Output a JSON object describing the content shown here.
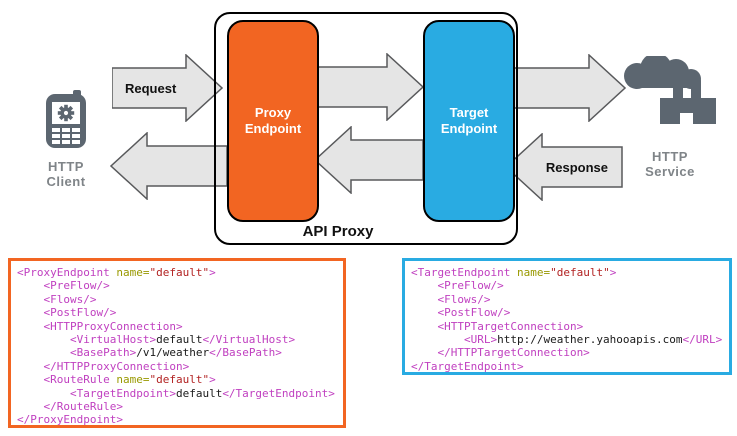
{
  "diagram": {
    "api_proxy_label": "API Proxy",
    "proxy_endpoint": {
      "line1": "Proxy",
      "line2": "Endpoint",
      "color": "#F26522"
    },
    "target_endpoint": {
      "line1": "Target",
      "line2": "Endpoint",
      "color": "#29ABE2"
    },
    "http_client": {
      "line1": "HTTP",
      "line2": "Client"
    },
    "http_service": {
      "line1": "HTTP",
      "line2": "Service"
    },
    "arrows": {
      "request_label": "Request",
      "response_label": "Response"
    }
  },
  "colors": {
    "orange_accent": "#F26522",
    "blue_accent": "#29ABE2",
    "arrow_fill": "#E5E5E5",
    "arrow_stroke": "#58595B",
    "icon_gray": "#5C6670",
    "label_gray": "#7f8488",
    "xml_tag": "#C040C0",
    "xml_attr_name": "#999900",
    "xml_attr_value": "#B22222"
  },
  "code_blocks": [
    {
      "id": "proxy-code",
      "border_color": "#F26522",
      "lines": [
        [
          {
            "c": "tag",
            "t": "<ProxyEndpoint"
          },
          {
            "c": "plain",
            "t": " "
          },
          {
            "c": "attr",
            "t": "name="
          },
          {
            "c": "val",
            "t": "\"default\""
          },
          {
            "c": "tag",
            "t": ">"
          }
        ],
        [
          {
            "c": "tag",
            "t": "    <PreFlow/>"
          }
        ],
        [
          {
            "c": "tag",
            "t": "    <Flows/>"
          }
        ],
        [
          {
            "c": "tag",
            "t": "    <PostFlow/>"
          }
        ],
        [
          {
            "c": "tag",
            "t": "    <HTTPProxyConnection>"
          }
        ],
        [
          {
            "c": "tag",
            "t": "        <VirtualHost>"
          },
          {
            "c": "text",
            "t": "default"
          },
          {
            "c": "tag",
            "t": "</VirtualHost>"
          }
        ],
        [
          {
            "c": "tag",
            "t": "        <BasePath>"
          },
          {
            "c": "text",
            "t": "/v1/weather"
          },
          {
            "c": "tag",
            "t": "</BasePath>"
          }
        ],
        [
          {
            "c": "tag",
            "t": "    </HTTPProxyConnection>"
          }
        ],
        [
          {
            "c": "tag",
            "t": "    <RouteRule"
          },
          {
            "c": "plain",
            "t": " "
          },
          {
            "c": "attr",
            "t": "name="
          },
          {
            "c": "val",
            "t": "\"default\""
          },
          {
            "c": "tag",
            "t": ">"
          }
        ],
        [
          {
            "c": "tag",
            "t": "        <TargetEndpoint>"
          },
          {
            "c": "text",
            "t": "default"
          },
          {
            "c": "tag",
            "t": "</TargetEndpoint>"
          }
        ],
        [
          {
            "c": "tag",
            "t": "    </RouteRule>"
          }
        ],
        [
          {
            "c": "tag",
            "t": "</ProxyEndpoint>"
          }
        ]
      ]
    },
    {
      "id": "target-code",
      "border_color": "#29ABE2",
      "lines": [
        [
          {
            "c": "tag",
            "t": "<TargetEndpoint"
          },
          {
            "c": "plain",
            "t": " "
          },
          {
            "c": "attr",
            "t": "name="
          },
          {
            "c": "val",
            "t": "\"default\""
          },
          {
            "c": "tag",
            "t": ">"
          }
        ],
        [
          {
            "c": "tag",
            "t": "    <PreFlow/>"
          }
        ],
        [
          {
            "c": "tag",
            "t": "    <Flows/>"
          }
        ],
        [
          {
            "c": "tag",
            "t": "    <PostFlow/>"
          }
        ],
        [
          {
            "c": "tag",
            "t": "    <HTTPTargetConnection>"
          }
        ],
        [
          {
            "c": "tag",
            "t": "        <URL>"
          },
          {
            "c": "text",
            "t": "http://weather.yahooapis.com"
          },
          {
            "c": "tag",
            "t": "</URL>"
          }
        ],
        [
          {
            "c": "tag",
            "t": "    </HTTPTargetConnection>"
          }
        ],
        [
          {
            "c": "tag",
            "t": "</TargetEndpoint>"
          }
        ]
      ]
    }
  ]
}
